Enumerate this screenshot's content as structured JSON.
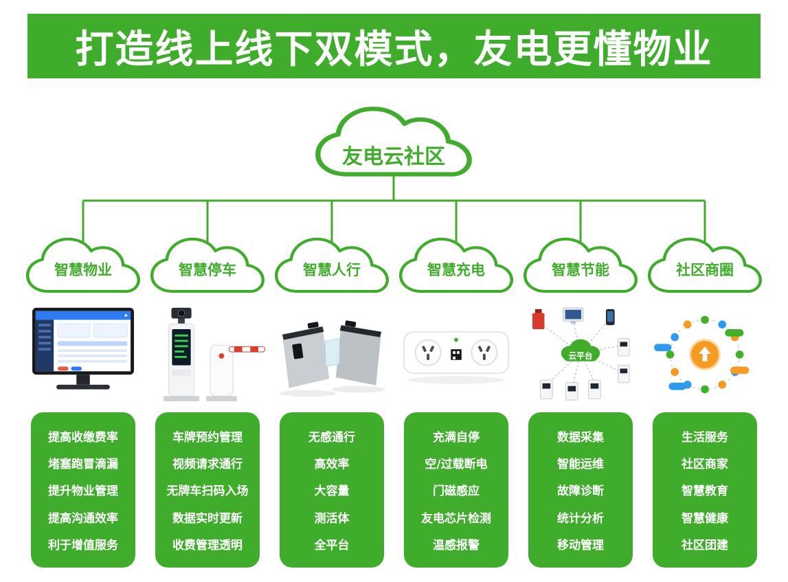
{
  "banner": {
    "title": "打造线上线下双模式，友电更懂物业"
  },
  "root_cloud": {
    "label": "友电云社区"
  },
  "columns": [
    {
      "label": "智慧物业",
      "features": [
        "提高收缴费率",
        "堵塞跑冒滴漏",
        "提升物业管理",
        "提高沟通效率",
        "利于增值服务"
      ]
    },
    {
      "label": "智慧停车",
      "features": [
        "车牌预约管理",
        "视频请求通行",
        "无牌车扫码入场",
        "数据实时更新",
        "收费管理透明"
      ]
    },
    {
      "label": "智慧人行",
      "features": [
        "无感通行",
        "高效率",
        "大容量",
        "测活体",
        "全平台"
      ]
    },
    {
      "label": "智慧充电",
      "features": [
        "充满自停",
        "空/过载断电",
        "门磁感应",
        "友电芯片检测",
        "温感报警"
      ]
    },
    {
      "label": "智慧节能",
      "platform_label": "云平台",
      "features": [
        "数据采集",
        "智能运维",
        "故障诊断",
        "统计分析",
        "移动管理"
      ]
    },
    {
      "label": "社区商圈",
      "features": [
        "生活服务",
        "社区商家",
        "智慧教育",
        "智慧健康",
        "社区团建"
      ]
    }
  ],
  "colors": {
    "brand_green": "#3FAD2B",
    "accent_blue": "#2E7BF3",
    "accent_orange": "#F59A23",
    "accent_red": "#D63B2B"
  }
}
